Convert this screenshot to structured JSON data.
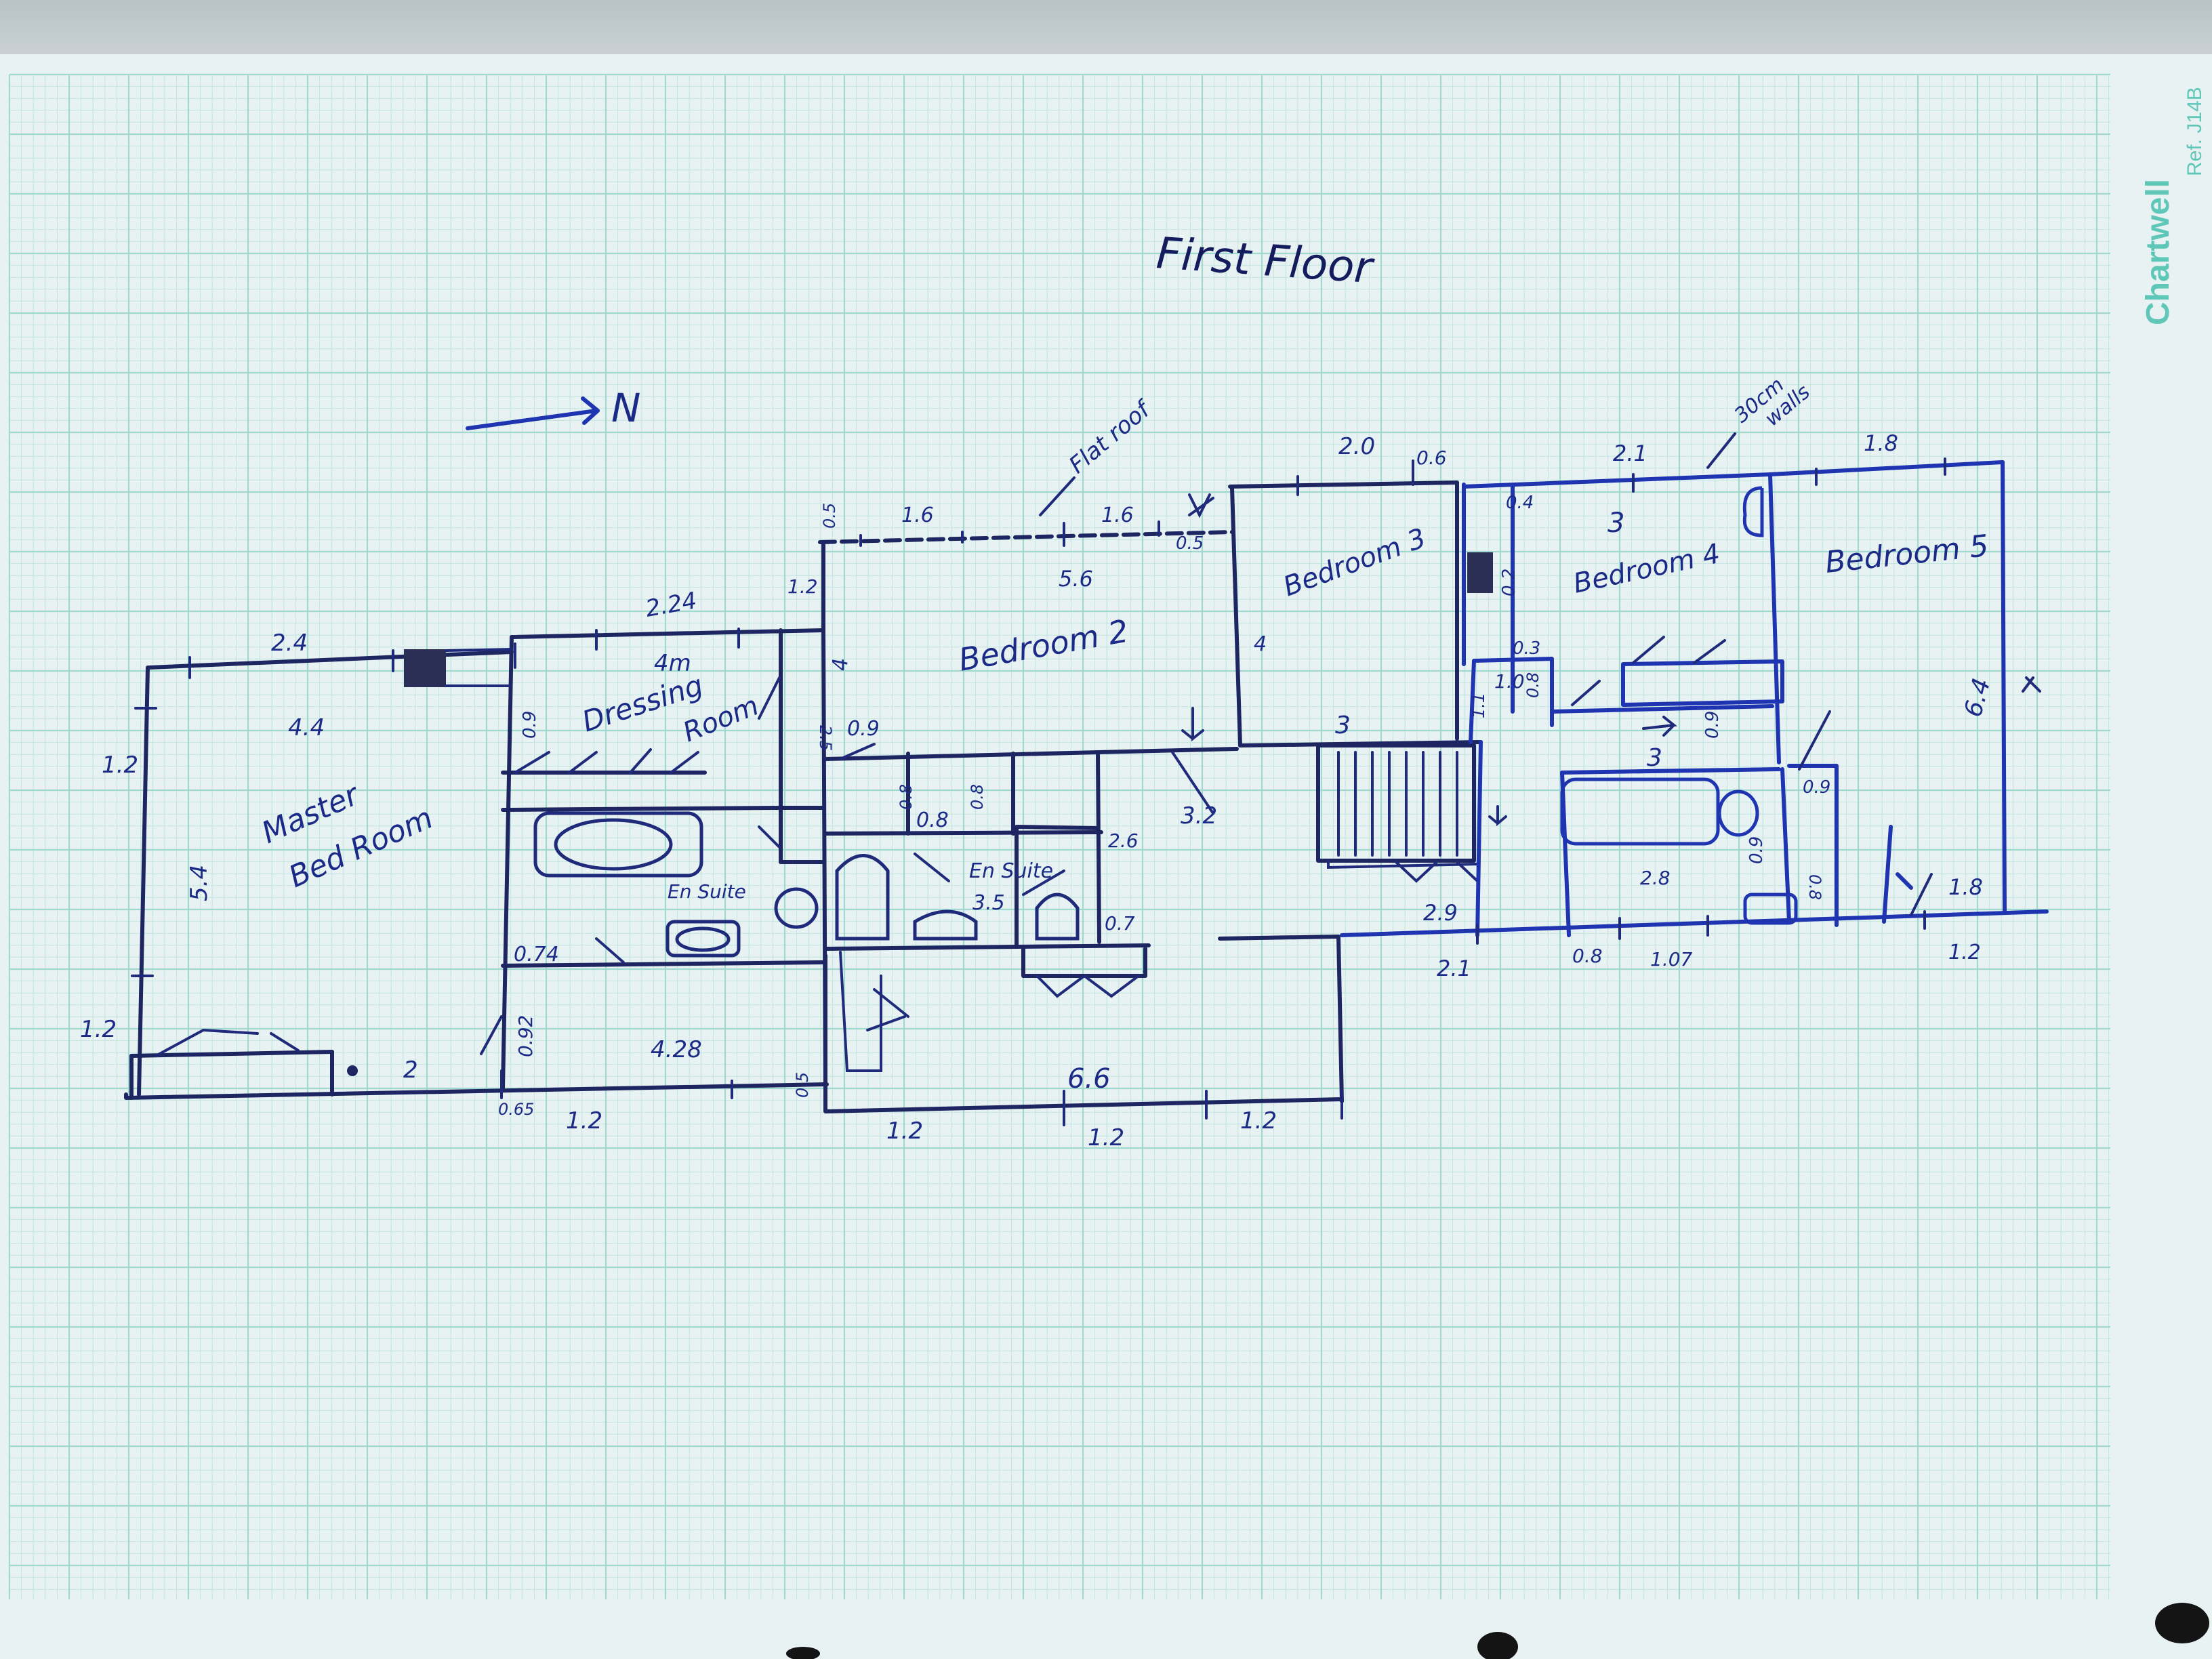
{
  "sheet": {
    "brand": "Chartwell",
    "ref": "Ref. J14B",
    "title": "First Floor",
    "north_label": "N",
    "colors": {
      "grid": "#9fd9d0",
      "ink": "#1d2660",
      "ink_blue": "#1f34b0"
    }
  },
  "rooms": {
    "master": {
      "line1": "Master",
      "line2": "Bed Room"
    },
    "dressing": {
      "line1": "Dressing",
      "line2": "Room"
    },
    "ensuite_1": "En Suite",
    "ensuite_2": "En Suite",
    "bedroom2": "Bedroom 2",
    "bedroom3": "Bedroom 3",
    "bedroom4": "Bedroom 4",
    "bedroom5": "Bedroom 5"
  },
  "notes": {
    "flat_roof": "Flat roof",
    "walls": {
      "line1": "30cm",
      "line2": "walls"
    }
  },
  "dims": {
    "d_2_4": "2.4",
    "d_4_4": "4.4",
    "d_1_2_left": "1.2",
    "d_5_4": "5.4",
    "d_1_2_lowleft": "1.2",
    "d_2_bottom": "2",
    "d_2_24": "2.24",
    "d_4m": "4m",
    "d_0_9_dress": "0.9",
    "d_2_5_dress": "2.5",
    "d_0_74": "0.74",
    "d_0_92": "0.92",
    "d_4_28": "4.28",
    "d_0_65": "0.65",
    "d_1_2_b1": "1.2",
    "d_0_5_tl": "0.5",
    "d_1_6_a": "1.6",
    "d_1_6_b": "1.6",
    "d_0_5_top": "0.5",
    "d_1_2_b2": "1.2",
    "d_5_6": "5.6",
    "d_4_b2": "4",
    "d_0_9_b2": "0.9",
    "d_0_8_a": "0.8",
    "d_0_8_b": "0.8",
    "d_0_8_c": "0.8",
    "d_3_5": "3.5",
    "d_2_6": "2.6",
    "d_0_7": "0.7",
    "d_3_2": "3.2",
    "d_6_6": "6.6",
    "d_1_2_b3": "1.2",
    "d_1_2_b4": "1.2",
    "d_1_2_b5": "1.2",
    "d_0_5_side": "0.5",
    "d_2_0": "2.0",
    "d_0_6": "0.6",
    "d_4_b3": "4",
    "d_3_stair": "3",
    "d_1_0": "1.0",
    "d_1_1": "1.1",
    "d_0_8_b4": "0.8",
    "d_2_9": "2.9",
    "d_2_1_a": "2.1",
    "d_2_1_top": "2.1",
    "d_0_4": "0.4",
    "d_3_b4": "3",
    "d_0_2": "0.2",
    "d_0_3": "0.3",
    "d_0_9_b4": "0.9",
    "d_3_mid": "3",
    "d_2_8": "2.8",
    "d_0_9_wc": "0.9",
    "d_0_9_sh": "0.9",
    "d_0_8_sh": "0.8",
    "d_0_8_bot": "0.8",
    "d_1_07": "1.07",
    "d_1_8_top": "1.8",
    "d_6_4": "6.4",
    "d_1_8_b5": "1.8",
    "d_1_2_b6": "1.2"
  }
}
